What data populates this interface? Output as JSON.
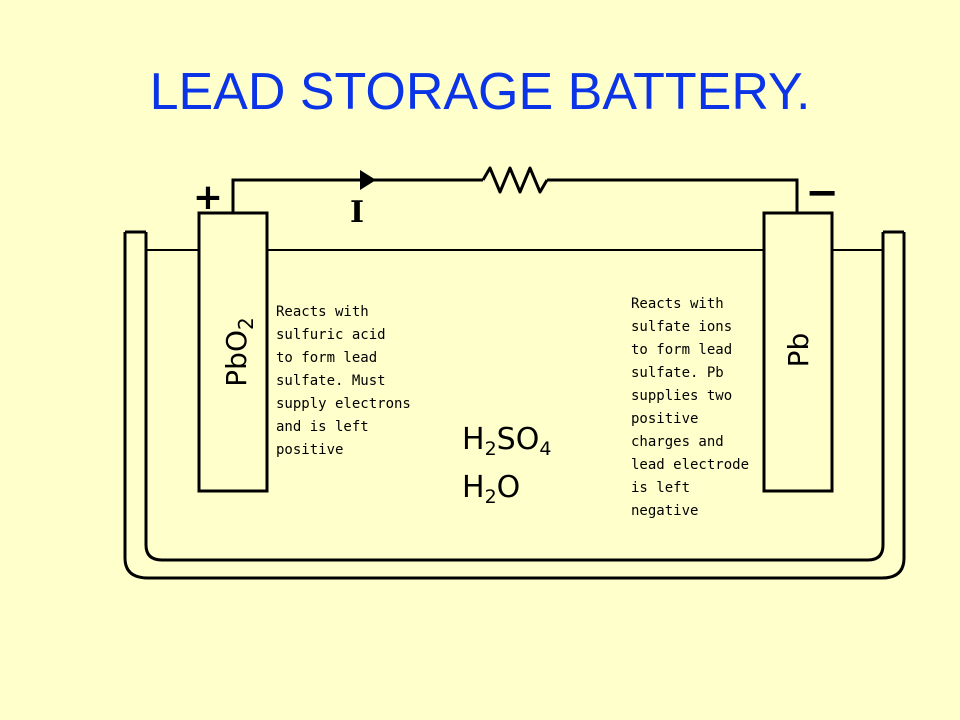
{
  "slide": {
    "title": "LEAD STORAGE BATTERY."
  },
  "diagram": {
    "positive_terminal": "+",
    "negative_terminal": "−",
    "current_label": "I",
    "anode": {
      "formula_main": "PbO",
      "formula_sub": "2"
    },
    "cathode": {
      "formula": "Pb"
    },
    "electrolyte": {
      "acid": {
        "p1": "H",
        "s1": "2",
        "p2": "SO",
        "s2": "4"
      },
      "water": {
        "p1": "H",
        "s1": "2",
        "p2": "O"
      }
    },
    "left_note": [
      "Reacts with",
      "sulfuric acid",
      "to form lead",
      "sulfate. Must",
      "supply electrons",
      "and is left",
      "positive"
    ],
    "right_note": [
      "Reacts with",
      "sulfate ions",
      "to form lead",
      "sulfate.  Pb",
      "supplies two",
      "positive",
      "charges and",
      "lead electrode",
      "is left",
      "negative"
    ]
  },
  "colors": {
    "background": "#FFFFCC",
    "title": "#0A34E6",
    "line": "#000000",
    "electrode_fill": "#FFFFCC"
  }
}
